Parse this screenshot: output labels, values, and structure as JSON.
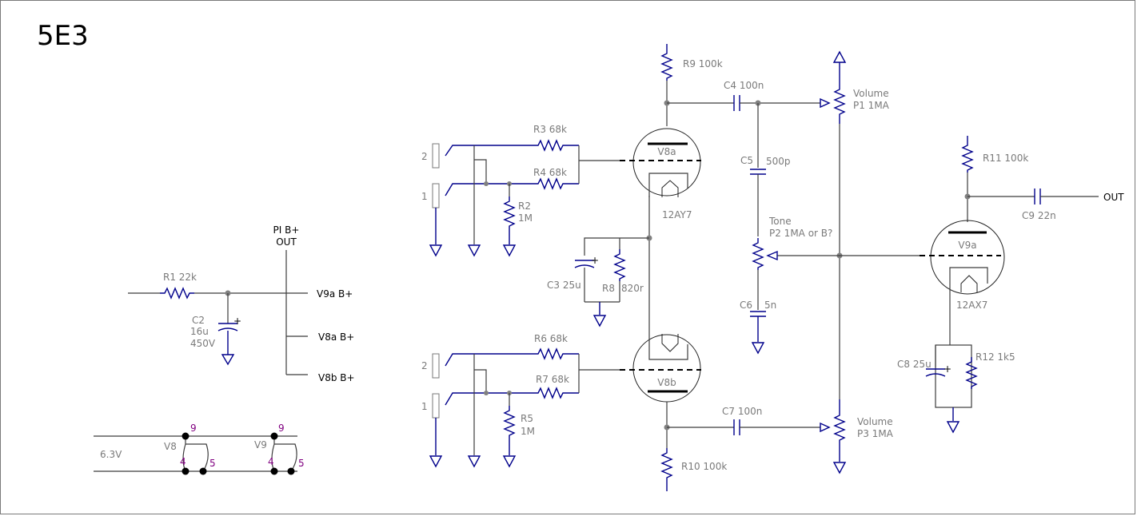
{
  "title": "5E3",
  "power": {
    "r1": "R1 22k",
    "c2_name": "C2",
    "c2_value": "16u",
    "c2_voltage": "450V",
    "plus": "+",
    "pi_line1": "PI B+",
    "pi_line2": "OUT",
    "v9a_bplus": "V9a B+",
    "v8a_bplus": "V8a B+",
    "v8b_bplus": "V8b B+"
  },
  "heater": {
    "voltage": "6.3V",
    "v8": "V8",
    "v9": "V9",
    "pins": [
      "9",
      "4",
      "5",
      "9",
      "4",
      "5"
    ]
  },
  "inputs_top": {
    "jack2": "2",
    "jack1": "1",
    "r3": "R3 68k",
    "r4": "R4 68k",
    "r2_name": "R2",
    "r2_value": "1M"
  },
  "inputs_bottom": {
    "jack2": "2",
    "jack1": "1",
    "r6": "R6 68k",
    "r7": "R7 68k",
    "r5_name": "R5",
    "r5_value": "1M"
  },
  "stage1": {
    "r9": "R9 100k",
    "r10": "R10 100k",
    "v8a": "V8a",
    "v8b": "V8b",
    "tube_type": "12AY7",
    "c3": "C3 25u",
    "r8_name": "R8",
    "r8_value": "820r",
    "plus": "+"
  },
  "tone_section": {
    "c4": "C4 100n",
    "c5_name": "C5",
    "c5_value": "500p",
    "c6_name": "C6",
    "c6_value": "5n",
    "c7": "C7 100n",
    "tone_line1": "Tone",
    "tone_line2": "P2 1MA or B?",
    "vol1_line1": "Volume",
    "vol1_line2": "P1 1MA",
    "vol3_line1": "Volume",
    "vol3_line2": "P3 1MA"
  },
  "stage2": {
    "r11": "R11 100k",
    "c9": "C9 22n",
    "out": "OUT",
    "v9a": "V9a",
    "tube_type": "12AX7",
    "c8": "C8 25u",
    "r12": "R12 1k5",
    "plus": "+"
  }
}
